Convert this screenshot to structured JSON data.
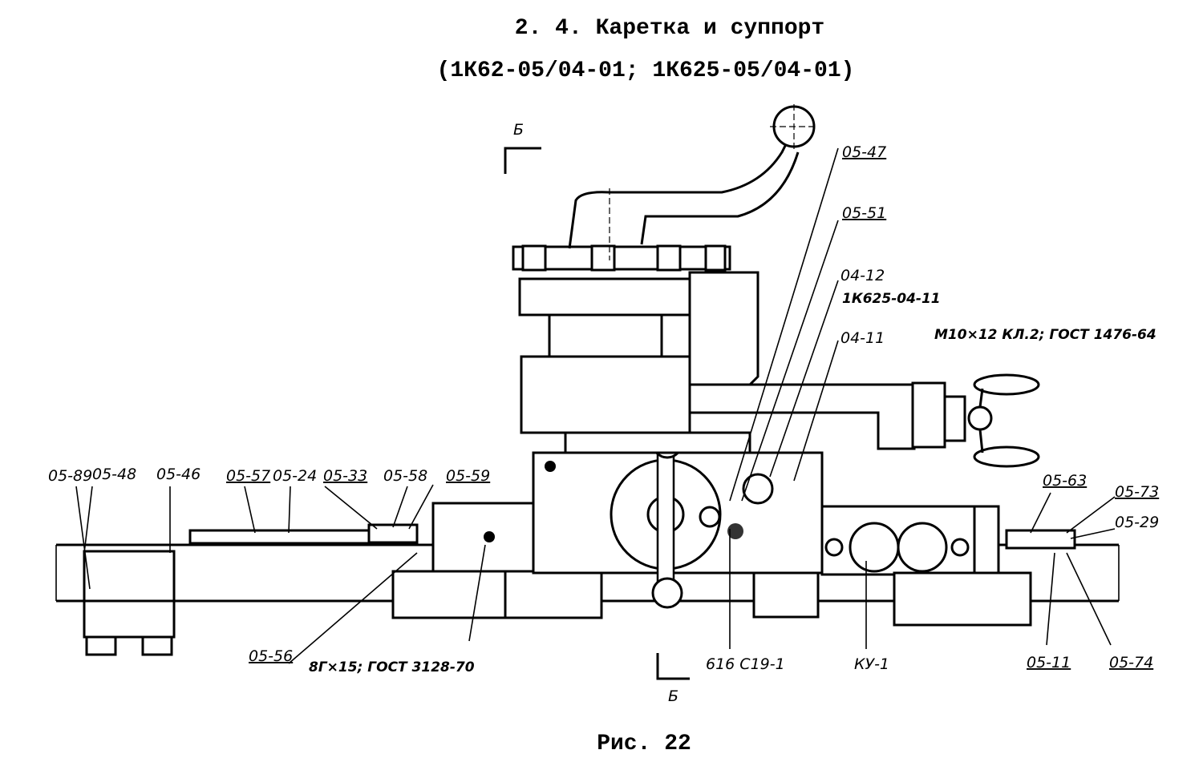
{
  "title": "2. 4.  Каретка и суппорт",
  "subtitle": "(1К62-05/04-01;  1К625-05/04-01)",
  "caption": "Рис. 22",
  "section_marks": {
    "top": "Б",
    "bottom": "Б"
  },
  "labels": {
    "l0589": "05-89",
    "l0548": "05-48",
    "l0546": "05-46",
    "l0557": "05-57",
    "l0524": "05-24",
    "l0533": "05-33",
    "l0558": "05-58",
    "l0559": "05-59",
    "l0547": "05-47",
    "l0551": "05-51",
    "l0412": "04-12",
    "l1k625": "1К625-04-11",
    "l0411": "04-11",
    "thread": "М10×12 КЛ.2; ГОСТ 1476-64",
    "l0563": "05-63",
    "l0573": "05-73",
    "l0529": "05-29",
    "l0556": "05-56",
    "gost3128": "8Г×15; ГОСТ 3128-70",
    "l616": "616 С19-1",
    "ku1": "КУ-1",
    "l0511": "05-11",
    "l0574": "05-74"
  }
}
